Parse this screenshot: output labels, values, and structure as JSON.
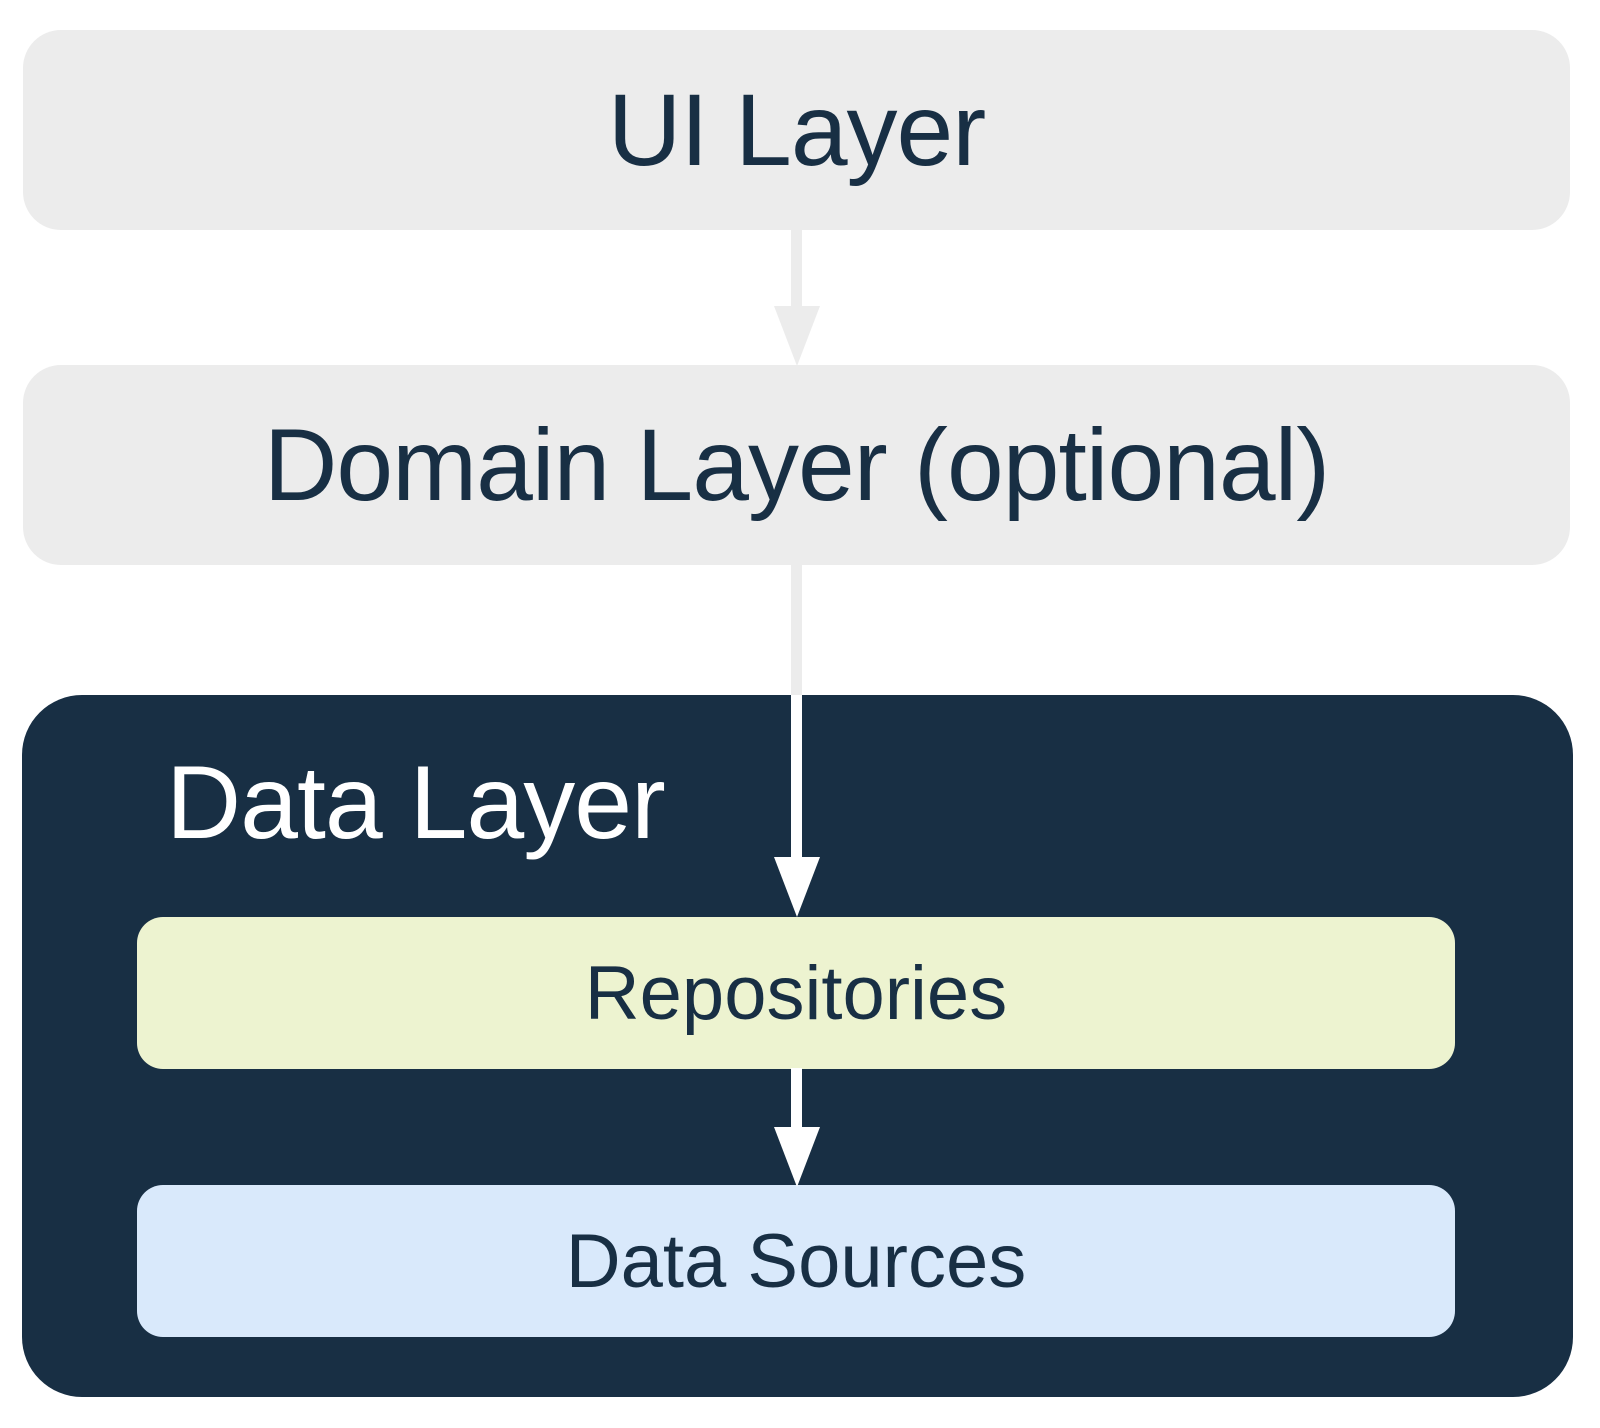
{
  "layers": {
    "ui": {
      "label": "UI Layer"
    },
    "domain": {
      "label": "Domain Layer (optional)"
    },
    "data": {
      "label": "Data Layer",
      "children": {
        "repositories": {
          "label": "Repositories"
        },
        "data_sources": {
          "label": "Data Sources"
        }
      }
    }
  },
  "arrows": [
    {
      "from": "UI Layer",
      "to": "Domain Layer (optional)",
      "color": "#ECECEC"
    },
    {
      "from": "Domain Layer (optional)",
      "to": "Repositories",
      "color_outside_data_layer": "#ECECEC",
      "color_inside_data_layer": "#FFFFFF"
    },
    {
      "from": "Repositories",
      "to": "Data Sources",
      "color": "#FFFFFF"
    }
  ],
  "colors": {
    "canvas_bg": "#FFFFFF",
    "layer_gray": "#ECECEC",
    "data_navy": "#182F44",
    "repo_green": "#EDF3D0",
    "source_blue": "#D9E9FB",
    "text_dark": "#182F44",
    "text_light": "#FFFFFF",
    "arrow_white": "#FFFFFF"
  }
}
